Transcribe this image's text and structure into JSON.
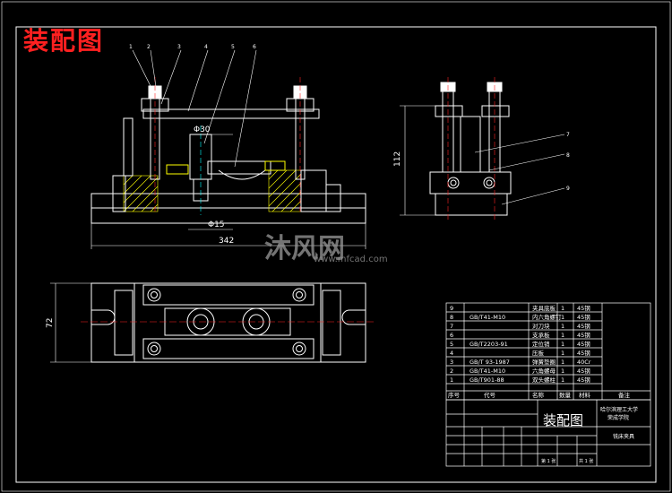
{
  "title": "装配图",
  "watermark": {
    "brand": "沐风网",
    "url": "www.mfcad.com"
  },
  "dimensions": {
    "d1": "Φ30",
    "d2": "Φ15",
    "overall_width": "342",
    "height_right": "112",
    "height_bottom": "72"
  },
  "balloons": [
    "1",
    "2",
    "3",
    "4",
    "5",
    "6",
    "7",
    "8",
    "9"
  ],
  "bom": {
    "headers": [
      "序号",
      "代号",
      "名称",
      "数量",
      "材料",
      "备注"
    ],
    "rows": [
      {
        "no": "9",
        "code": "",
        "name": "夹具底板",
        "qty": "1",
        "mat": "45钢"
      },
      {
        "no": "8",
        "code": "GB/T41-M10",
        "name": "内六角螺钉",
        "qty": "1",
        "mat": "45钢"
      },
      {
        "no": "7",
        "code": "",
        "name": "对刀块",
        "qty": "1",
        "mat": "45钢"
      },
      {
        "no": "6",
        "code": "",
        "name": "支承板",
        "qty": "1",
        "mat": "45钢"
      },
      {
        "no": "5",
        "code": "GB/T2203-91",
        "name": "定位销",
        "qty": "1",
        "mat": "45钢"
      },
      {
        "no": "4",
        "code": "",
        "name": "压板",
        "qty": "1",
        "mat": "45钢"
      },
      {
        "no": "3",
        "code": "GB/T 93-1987",
        "name": "弹簧垫圈",
        "qty": "1",
        "mat": "40Cr"
      },
      {
        "no": "2",
        "code": "GB/T41-M10",
        "name": "六角螺母",
        "qty": "1",
        "mat": "45钢"
      },
      {
        "no": "1",
        "code": "GB/T901-88",
        "name": "双头螺柱",
        "qty": "1",
        "mat": "45钢"
      }
    ]
  },
  "title_block": {
    "drawing_name": "装配图",
    "school": "哈尔滨理工大学",
    "dept": "荣成学院",
    "part_name": "铣床夹具",
    "sheet": "共 1 张",
    "page": "第 1 张"
  },
  "colors": {
    "line": "#ffffff",
    "yellow": "#ffff00",
    "red": "#ff2020",
    "hatch": "#ffff00",
    "cyan": "#00ffff"
  }
}
